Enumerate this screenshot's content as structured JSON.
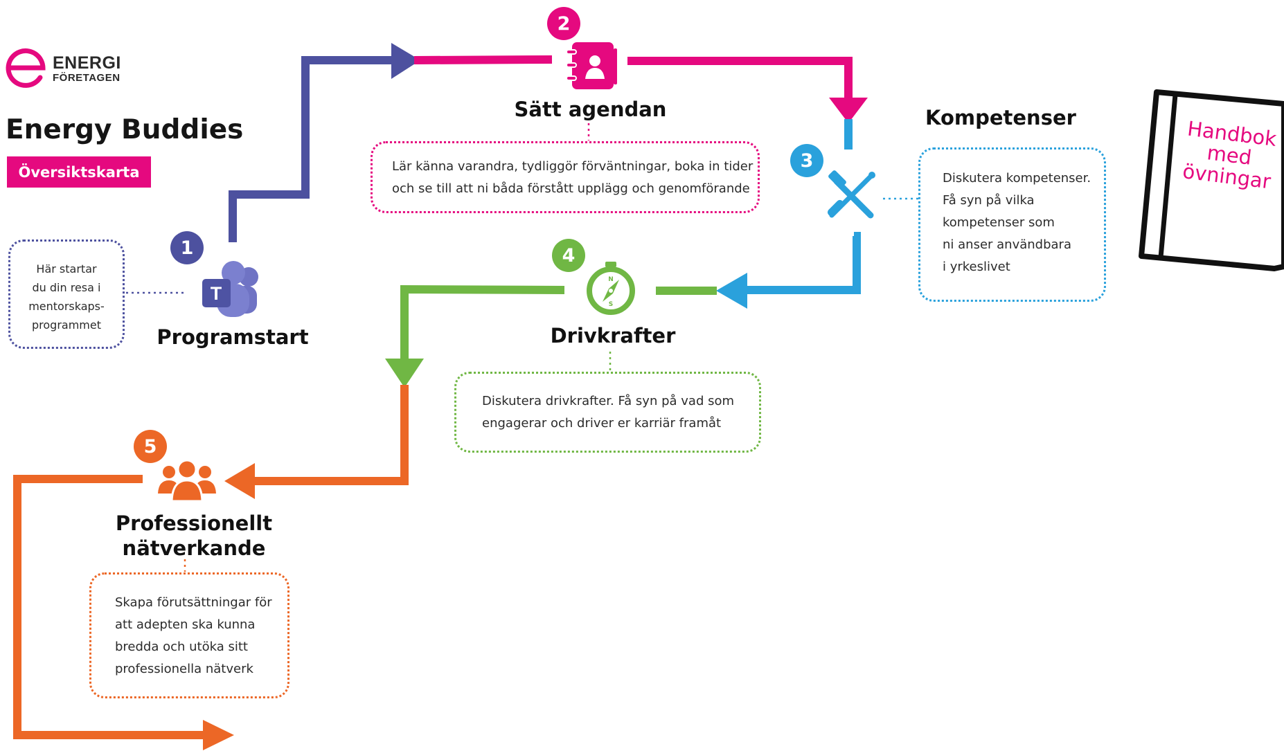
{
  "logo": {
    "line1": "ENERGI",
    "line2": "FÖRETAGEN"
  },
  "header": {
    "title": "Energy Buddies",
    "subtitle": "Översiktskarta"
  },
  "colors": {
    "magenta": "#e5097f",
    "indigo": "#4d519f",
    "blue": "#2aa1dc",
    "green": "#70b744",
    "orange": "#ec6726"
  },
  "steps": [
    {
      "number": "1",
      "title": "Programstart",
      "icon": "teams-icon",
      "color": "#4d519f",
      "description": [
        "Här startar",
        "du din resa i",
        "mentorskaps-",
        "programmet"
      ]
    },
    {
      "number": "2",
      "title": "Sätt agendan",
      "icon": "address-book-icon",
      "color": "#e5097f",
      "description": [
        "Lär känna varandra, tydliggör förväntningar, boka in tider",
        "och se till att ni båda förstått upplägg och genomförande"
      ]
    },
    {
      "number": "3",
      "title": "Kompetenser",
      "icon": "tools-icon",
      "color": "#2aa1dc",
      "description": [
        "Diskutera kompetenser.",
        "Få syn på vilka",
        "kompetenser som",
        "ni anser användbara",
        "i yrkeslivet"
      ]
    },
    {
      "number": "4",
      "title": "Drivkrafter",
      "icon": "compass-icon",
      "color": "#70b744",
      "description": [
        "Diskutera drivkrafter. Få syn på vad som",
        "engagerar och driver er karriär framåt"
      ]
    },
    {
      "number": "5",
      "title_lines": [
        "Professionellt",
        "nätverkande"
      ],
      "icon": "group-icon",
      "color": "#ec6726",
      "description": [
        "Skapa förutsättningar för",
        "att adepten ska kunna",
        "bredda och utöka sitt",
        "professionella nätverk"
      ]
    }
  ],
  "handbook": {
    "lines": [
      "Handbok",
      "med",
      "övningar"
    ]
  }
}
